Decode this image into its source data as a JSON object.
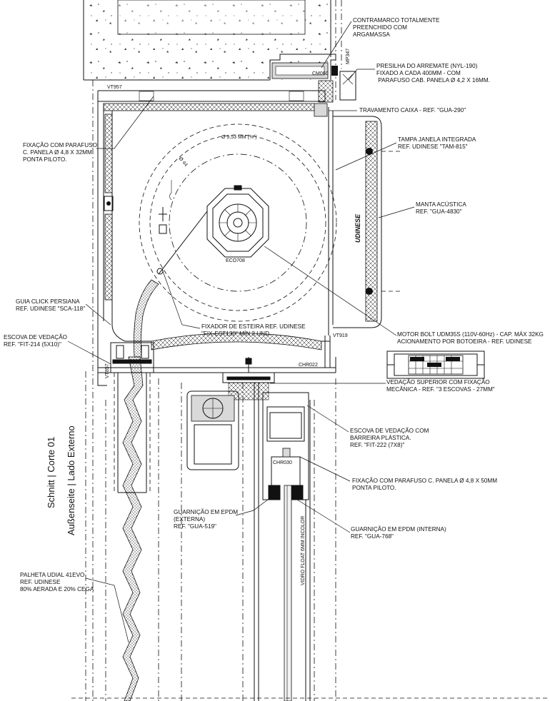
{
  "labels": {
    "contramarco": [
      "CONTRAMARCO TOTALMENTE",
      "PREENCHIDO COM",
      "ARGAMASSA"
    ],
    "presilha": [
      "PRESILHA DO ARREMATE (NYL-190)",
      "FIXADO A CADA 400MM - COM",
      " PARAFUSO CAB. PANELA Ø 4,2 X 16MM."
    ],
    "travamento": [
      "TRAVAMENTO CAIXA - REF. \"GUA-290\""
    ],
    "tampa": [
      "TAMPA JANELA INTEGRADA",
      "REF. UDINESE \"TAM-815\""
    ],
    "manta": [
      "MANTA ACÚSTICA",
      "REF. \"GUA-4830\""
    ],
    "motor": [
      "MOTOR BOLT UDM35S (110V-60Hz) - CAP. MÁX 32KG",
      "ACIONAMENTO POR BOTOEIRA - REF. UDINESE"
    ],
    "vedacao_sup": [
      "VEDAÇÃO SUPERIOR COM FIXAÇÃO",
      "MECÂNICA - REF. \"3 ESCOVAS - 27MM\""
    ],
    "escova_barreira": [
      "ESCOVA DE VEDAÇÃO COM",
      "BARREIRA PLÁSTICA.",
      "REF. \"FIT-222 (7X8)\""
    ],
    "fixacao_50": [
      "FIXAÇÃO COM PARAFUSO C. PANELA Ø 4,8 X 50MM",
      "PONTA PILOTO."
    ],
    "guarnicao_int": [
      "GUARNIÇÃO EM EPDM (INTERNA)",
      "REF. \"GUA-768\""
    ],
    "guarnicao_ext": [
      "GUARNIÇÃO EM EPDM",
      "(EXTERNA)",
      "REF. \"GUA-519\""
    ],
    "fixacao_32": [
      "FIXAÇÃO COM PARAFUSO",
      "C. PANELA Ø 4,8 X 32MM",
      "PONTA PILOTO."
    ],
    "guia_click": [
      "GUIA CLICK PERSIANA",
      "REF. UDINESE \"SCA-118\""
    ],
    "escova_ved": [
      "ESCOVA DE VEDAÇÃO",
      "REF. \"FIT-214 (5X10)\""
    ],
    "fixador": [
      "FIXADOR DE ESTEIRA REF. UDINESE",
      "\"FIX-EST130\" MÍN 3 UND."
    ],
    "palheta": [
      "PALHETA UDIAL 41EVO",
      "REF. UDINESE",
      "80% AERADA E 20% CEGA"
    ]
  },
  "tags": {
    "vt957": "VT957",
    "cm060": "CM060",
    "mp347": "MP347",
    "eco708": "ECO708",
    "vt919": "VT919",
    "chr022": "CHR022",
    "chr030": "CHR030",
    "vt857": "VT857",
    "diam": "Ø 9,53 MM (⅜\")",
    "diam_small": "Ø 44",
    "brand": "UDINESE",
    "vidro": "VIDRO FLOAT 6MM INCOLOR"
  },
  "title": {
    "line1": "Schnitt | Corte 01",
    "line2": "Außenseite | Lado Externo"
  }
}
